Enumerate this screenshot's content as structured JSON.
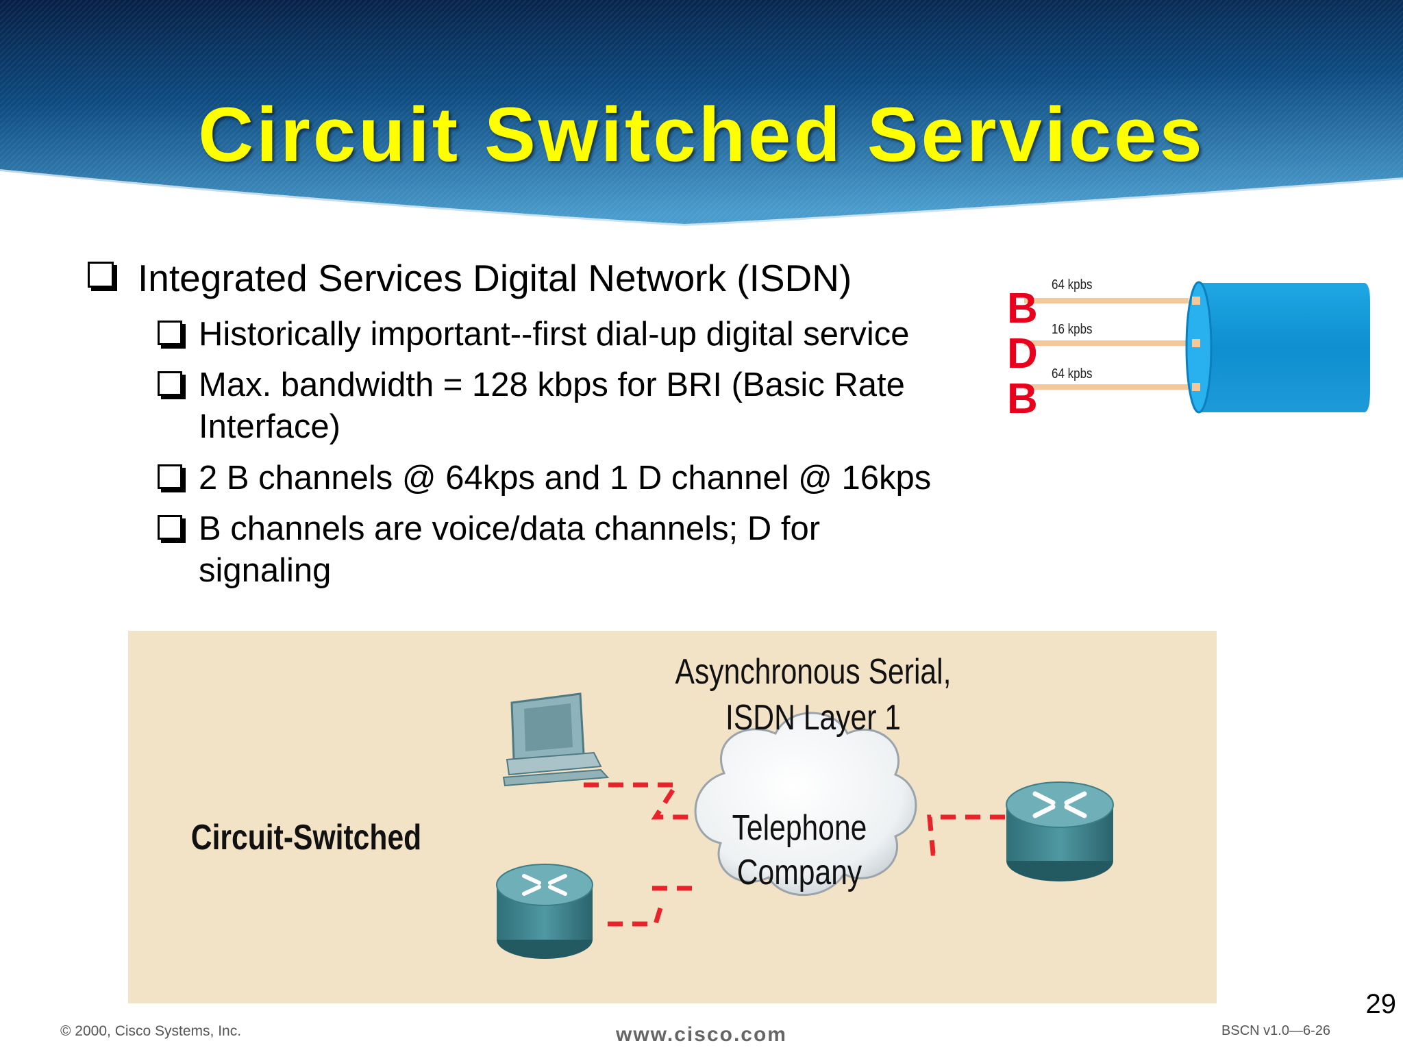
{
  "slide": {
    "title": "Circuit Switched Services",
    "page_number": "29"
  },
  "bullets": {
    "main": "Integrated Services Digital Network (ISDN)",
    "sub": [
      "Historically important--first dial-up digital service",
      "Max. bandwidth = 128 kbps for BRI (Basic Rate Interface)",
      "2 B channels @ 64kps and 1 D channel @ 16kps",
      "B channels are voice/data channels; D for signaling"
    ]
  },
  "channel_diagram": {
    "letters": [
      "B",
      "D",
      "B"
    ],
    "rates": [
      "64 kpbs",
      "16 kpbs",
      "64 kpbs"
    ],
    "letter_color": "#e8001c",
    "cable_color": "#1ea3e0"
  },
  "network_figure": {
    "label": "Circuit-Switched",
    "link_caption_line1": "Asynchronous Serial,",
    "link_caption_line2": "ISDN Layer 1",
    "cloud_line1": "Telephone",
    "cloud_line2": "Company",
    "link_color": "#e8242a",
    "background": "#f2e2c6"
  },
  "footer": {
    "copyright": "© 2000, Cisco Systems, Inc.",
    "url": "www.cisco.com",
    "course": "BSCN v1.0—6-26"
  },
  "colors": {
    "title": "#ffff00",
    "header_dark": "#062a55",
    "header_light": "#3f8fc2"
  }
}
